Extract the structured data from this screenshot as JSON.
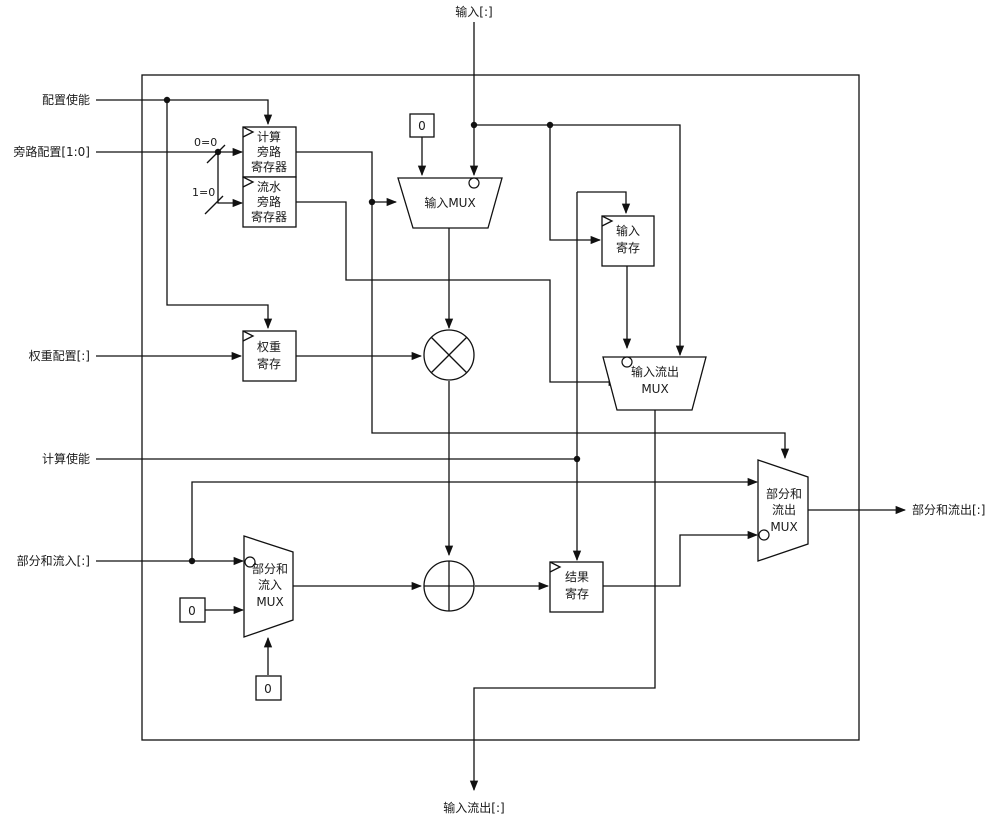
{
  "inputs": {
    "input_top": "输入[:]",
    "config_enable": "配置使能",
    "bypass_config": "旁路配置[1:0]",
    "weight_config": "权重配置[:]",
    "compute_enable": "计算使能",
    "psum_in": "部分和流入[:]"
  },
  "outputs": {
    "psum_out": "部分和流出[:]",
    "input_out": "输入流出[:]"
  },
  "bypass_bits": {
    "bit0": "0=0",
    "bit1": "1=0"
  },
  "blocks": {
    "compute_bypass_reg": [
      "计算",
      "旁路",
      "寄存器"
    ],
    "pipeline_bypass_reg": [
      "流水",
      "旁路",
      "寄存器"
    ],
    "weight_reg": [
      "权重",
      "寄存"
    ],
    "input_reg": [
      "输入",
      "寄存"
    ],
    "result_reg": [
      "结果",
      "寄存"
    ]
  },
  "muxes": {
    "input_mux": "输入MUX",
    "input_out_mux": [
      "输入流出",
      "MUX"
    ],
    "psum_in_mux": [
      "部分和",
      "流入",
      "MUX"
    ],
    "psum_out_mux": [
      "部分和",
      "流出",
      "MUX"
    ]
  },
  "constants": {
    "input_mux_const": "0",
    "psum_mux_const_a": "0",
    "psum_mux_const_b": "0"
  }
}
